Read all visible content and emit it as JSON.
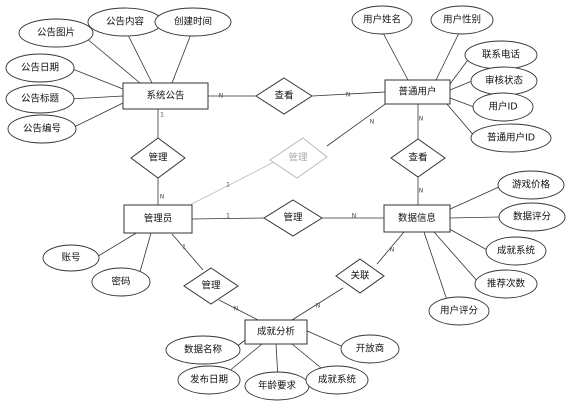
{
  "entities": {
    "system_notice": "系统公告",
    "regular_user": "普通用户",
    "admin": "管理员",
    "data_info": "数据信息",
    "achievement_analysis": "成就分析"
  },
  "relationships": {
    "view_notice": "查看",
    "manage_notice": "管理",
    "manage_user": "管理",
    "view_data": "查看",
    "manage_data": "管理",
    "manage_analysis": "管理",
    "associate": "关联"
  },
  "attributes": {
    "notice_image": "公告图片",
    "notice_content": "公告内容",
    "created_time": "创建时间",
    "notice_date": "公告日期",
    "notice_title": "公告标题",
    "notice_number": "公告编号",
    "user_name": "用户姓名",
    "user_gender": "用户性别",
    "contact_phone": "联系电话",
    "review_status": "审核状态",
    "user_id": "用户ID",
    "regular_user_id": "普通用户ID",
    "account": "账号",
    "password": "密码",
    "game_price": "游戏价格",
    "data_rating": "数据评分",
    "achievement_system": "成就系统",
    "recommend_count": "推荐次数",
    "user_rating": "用户评分",
    "data_name": "数据名称",
    "developer": "开放商",
    "release_date": "发布日期",
    "age_requirement": "年龄要求",
    "analysis_achievement_system": "成就系统"
  },
  "cardinalities": {
    "notice_view_left": "N",
    "notice_view_right": "N",
    "notice_manage_top": "1",
    "notice_manage_bottom": "N",
    "user_manage_admin": "1",
    "user_manage_user": "N",
    "user_view_top": "N",
    "user_view_bottom": "N",
    "admin_data_left": "1",
    "admin_data_right": "N",
    "admin_analysis_top": "1",
    "admin_analysis_bottom": "N",
    "assoc_data": "N",
    "assoc_analysis": "N"
  }
}
